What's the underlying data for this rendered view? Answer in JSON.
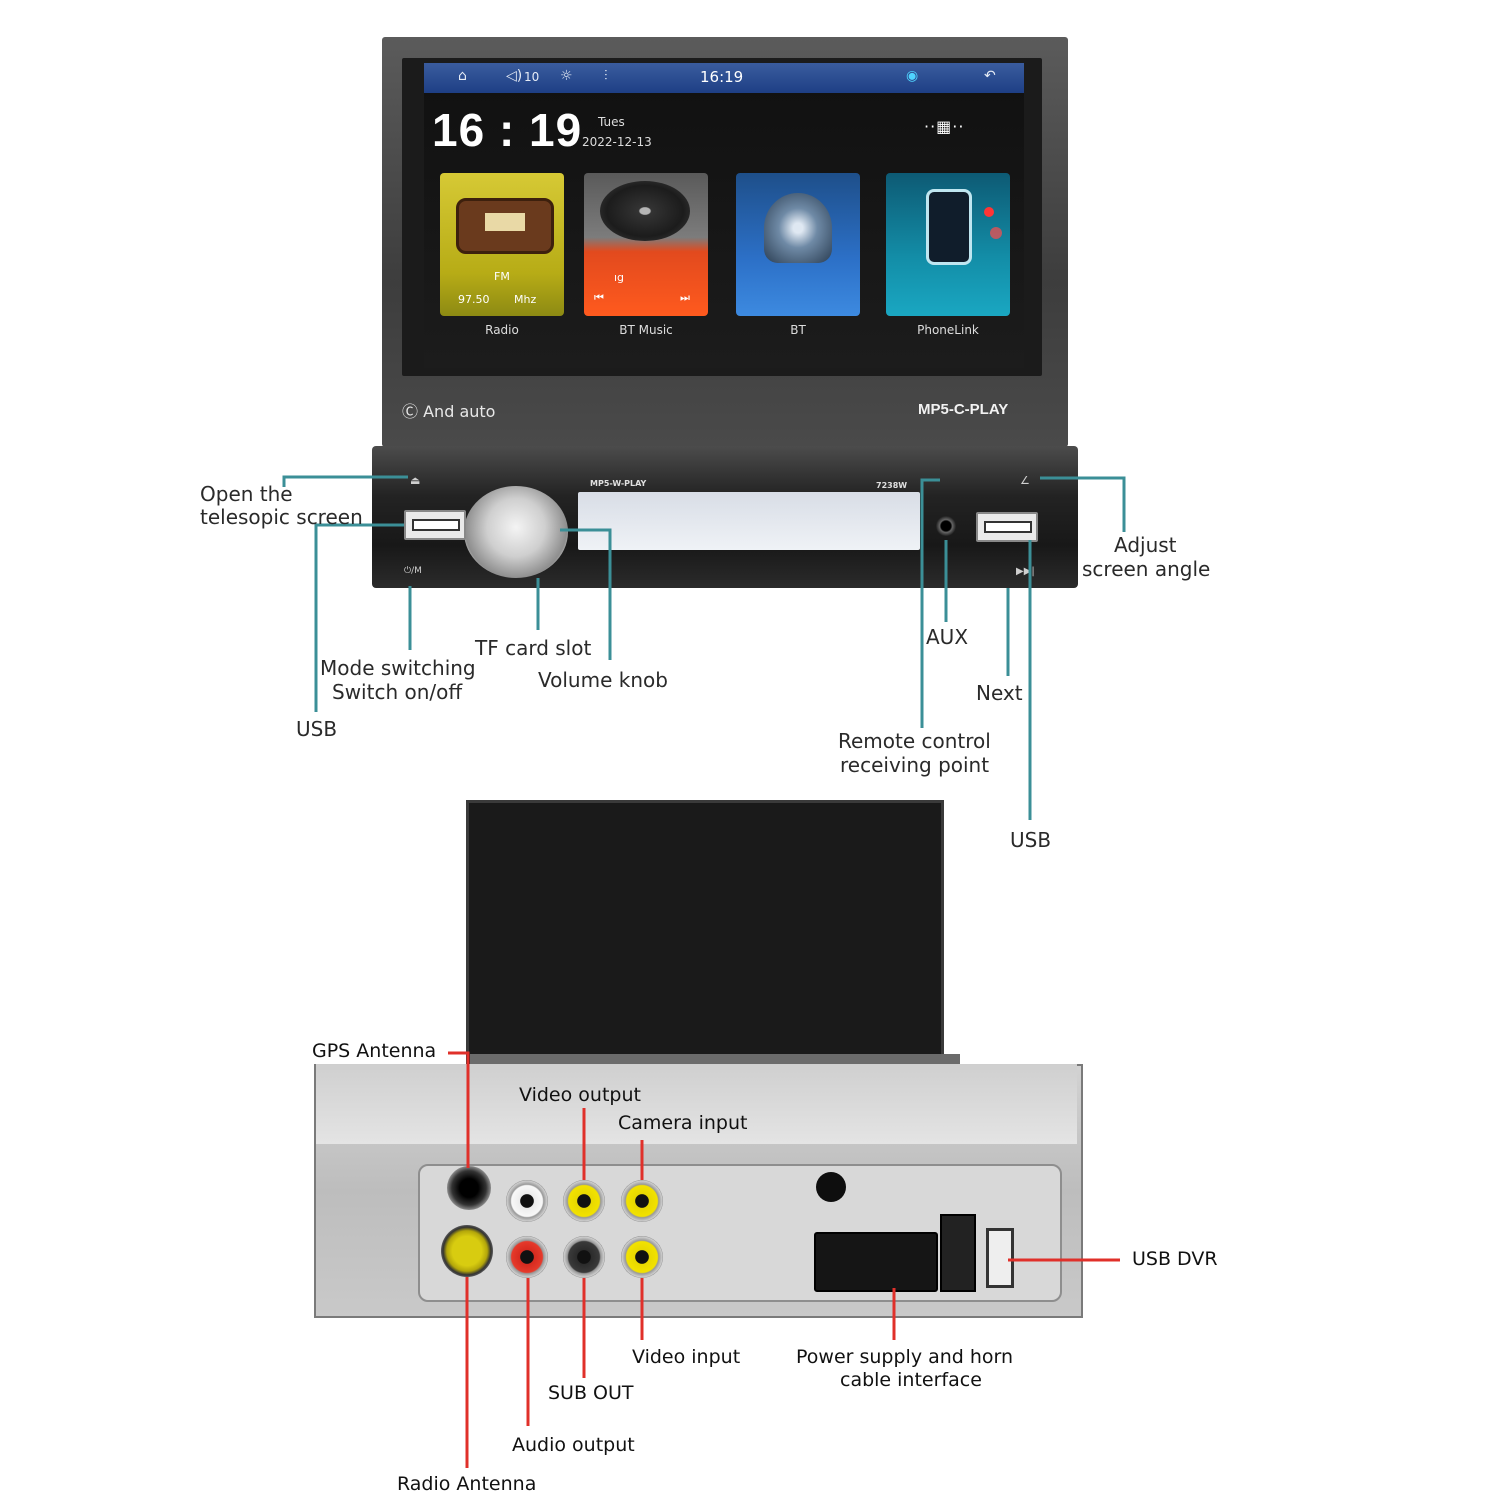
{
  "screen": {
    "status_volume": "10",
    "status_time": "16:19",
    "clock": "16 : 19",
    "day": "Tues",
    "date": "2022-12-13",
    "tiles": [
      {
        "label": "Radio",
        "line1": "FM",
        "line2a": "97.50",
        "line2b": "Mhz"
      },
      {
        "label": "BT Music",
        "line1": "ıg"
      },
      {
        "label": "BT"
      },
      {
        "label": "PhoneLink"
      }
    ]
  },
  "branding": {
    "logo": "And auto",
    "model_top": "MP5-C-PLAY",
    "model_faceplate": "MP5-W-PLAY",
    "power_rating": "7238W"
  },
  "front_labels": {
    "open_screen_1": "Open the",
    "open_screen_2": "telesopic screen",
    "adjust_angle_1": "Adjust",
    "adjust_angle_2": "screen angle",
    "tf_card": "TF card slot",
    "volume_knob": "Volume knob",
    "mode_1": "Mode switching",
    "mode_2": "Switch on/off",
    "usb_left": "USB",
    "aux": "AUX",
    "next": "Next",
    "remote_1": "Remote control",
    "remote_2": "receiving point",
    "usb_right": "USB"
  },
  "rear_labels": {
    "gps": "GPS Antenna",
    "video_output": "Video output",
    "camera_input": "Camera input",
    "usb_dvr": "USB DVR",
    "video_input": "Video input",
    "power_1": "Power supply and horn",
    "power_2": "cable interface",
    "sub_out": "SUB OUT",
    "audio_output": "Audio output",
    "radio_antenna": "Radio Antenna"
  },
  "colors": {
    "front_leader": "#3b8f97",
    "rear_leader": "#e0302a"
  },
  "icons": [
    "home-icon",
    "volume-icon",
    "brightness-icon",
    "equalizer-icon",
    "carplay-icon",
    "back-icon",
    "grid-icon",
    "eject-icon"
  ]
}
